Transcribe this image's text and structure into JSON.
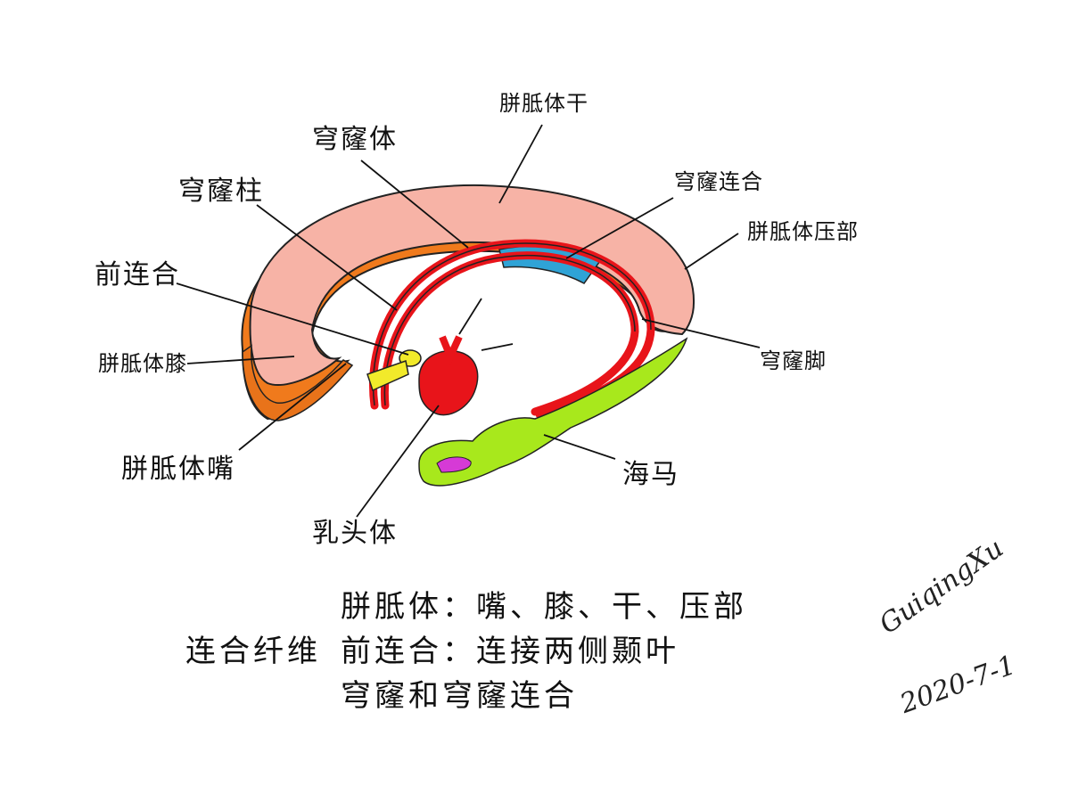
{
  "labels": {
    "corpus_callosum_trunk": "胼胝体干",
    "fornix_body": "穹窿体",
    "fornix_column": "穹窿柱",
    "fornix_commissure": "穹窿连合",
    "corpus_callosum_splenium": "胼胝体压部",
    "anterior_commissure": "前连合",
    "corpus_callosum_genu": "胼胝体膝",
    "fornix_crus": "穹窿脚",
    "corpus_callosum_rostrum": "胼胝体嘴",
    "hippocampus": "海马",
    "mammillary_body": "乳头体"
  },
  "summary": {
    "heading": "连合纤维",
    "line1": "胼胝体：嘴、膝、干、压部",
    "line2": "前连合：连接两侧颞叶",
    "line3": "穹窿和穹窿连合"
  },
  "signature": {
    "name": "GuiqingXu",
    "date": "2020-7-1"
  },
  "colors": {
    "callosum_outer": "#f7b3a6",
    "callosum_inner": "#f07a1c",
    "fornix": "#e8141a",
    "fornix_commissure": "#2fa3d6",
    "anterior_commissure": "#f2ea2a",
    "hippocampus": "#a8e81c",
    "hippocampus_tail": "#d63ad6"
  }
}
